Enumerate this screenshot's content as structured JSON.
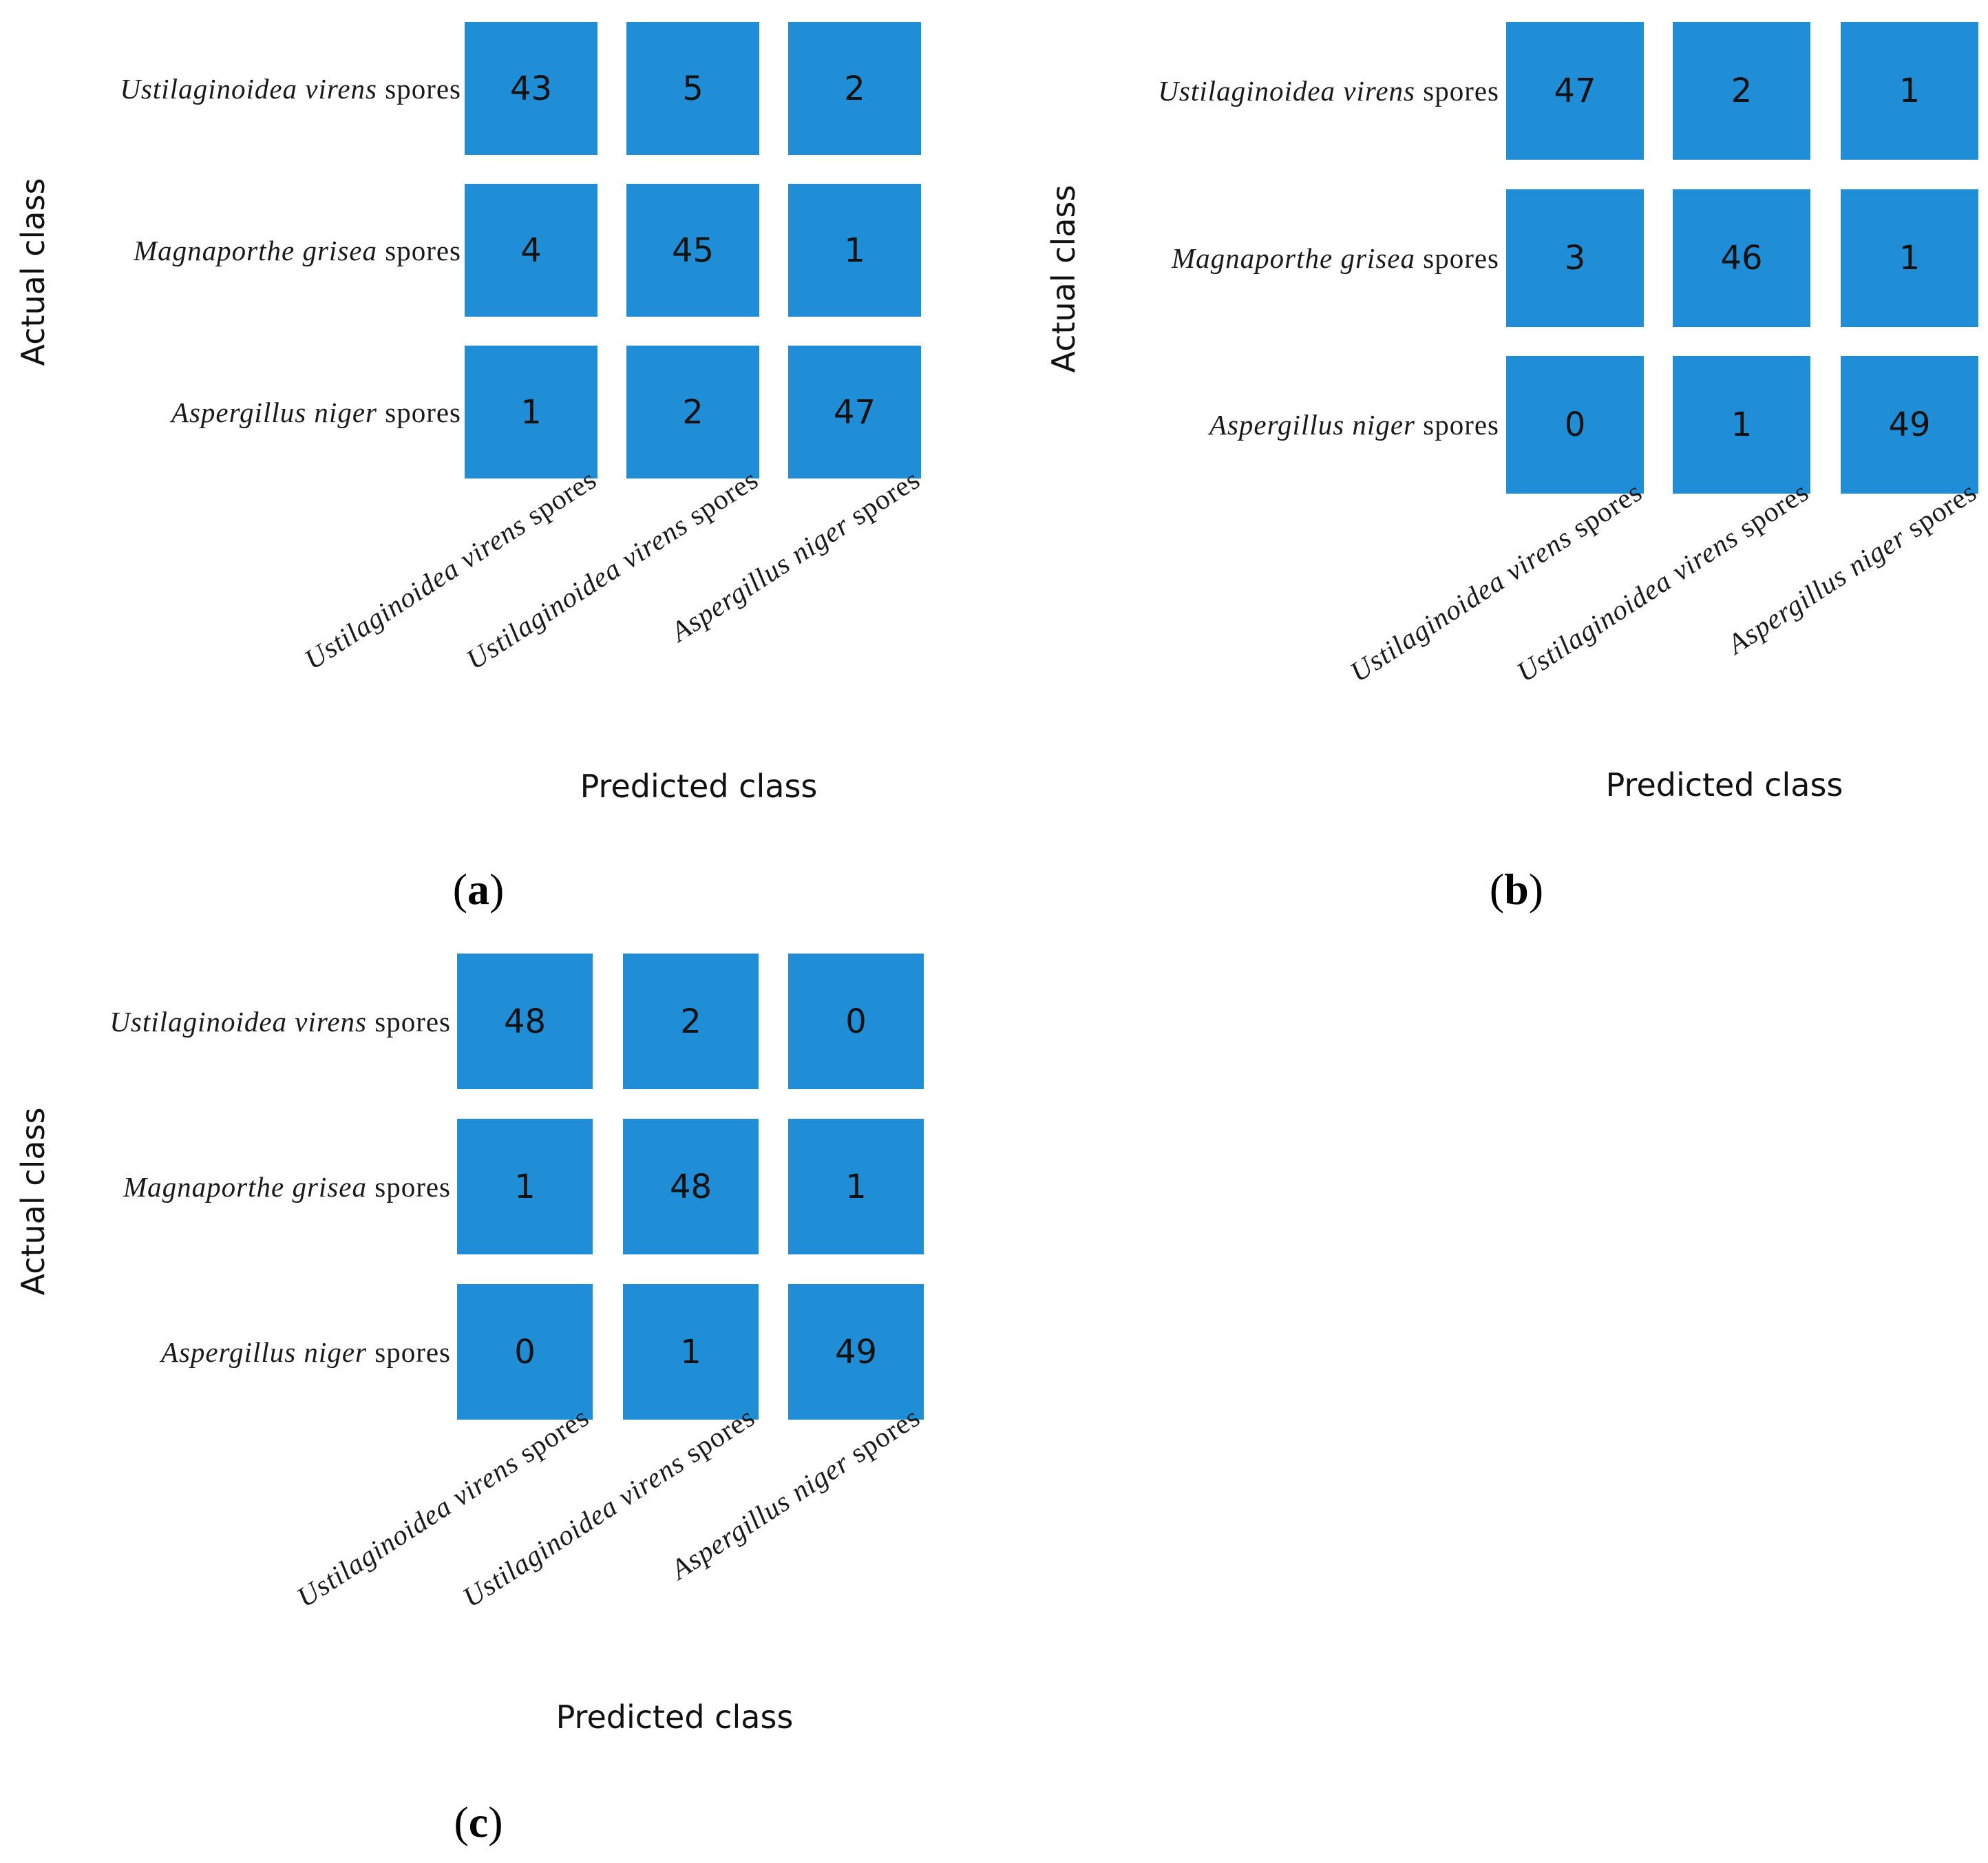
{
  "colors": {
    "cell": "#1f8ed6",
    "text": "#111111"
  },
  "chart_data": [
    {
      "type": "heatmap",
      "panel_label": "(a)",
      "panel_letter": "a",
      "xlabel": "Predicted class",
      "ylabel": "Actual class",
      "rows": [
        {
          "species": "Ustilaginoidea virens",
          "suffix": " spores"
        },
        {
          "species": "Magnaporthe grisea",
          "suffix": " spores"
        },
        {
          "species": "Aspergillus niger",
          "suffix": " spores"
        }
      ],
      "columns": [
        {
          "species": "Ustilaginoidea virens",
          "suffix": " spores"
        },
        {
          "species": "Ustilaginoidea virens",
          "suffix": " spores"
        },
        {
          "species": "Aspergillus niger",
          "suffix": " spores"
        }
      ],
      "values": [
        [
          43,
          5,
          2
        ],
        [
          4,
          45,
          1
        ],
        [
          1,
          2,
          47
        ]
      ]
    },
    {
      "type": "heatmap",
      "panel_label": "(b)",
      "panel_letter": "b",
      "xlabel": "Predicted class",
      "ylabel": "Actual class",
      "rows": [
        {
          "species": "Ustilaginoidea virens",
          "suffix": " spores"
        },
        {
          "species": "Magnaporthe grisea",
          "suffix": " spores"
        },
        {
          "species": "Aspergillus niger",
          "suffix": " spores"
        }
      ],
      "columns": [
        {
          "species": "Ustilaginoidea virens",
          "suffix": " spores"
        },
        {
          "species": "Ustilaginoidea virens",
          "suffix": " spores"
        },
        {
          "species": "Aspergillus niger",
          "suffix": " spores"
        }
      ],
      "values": [
        [
          47,
          2,
          1
        ],
        [
          3,
          46,
          1
        ],
        [
          0,
          1,
          49
        ]
      ]
    },
    {
      "type": "heatmap",
      "panel_label": "(c)",
      "panel_letter": "c",
      "xlabel": "Predicted class",
      "ylabel": "Actual class",
      "rows": [
        {
          "species": "Ustilaginoidea virens",
          "suffix": " spores"
        },
        {
          "species": "Magnaporthe grisea",
          "suffix": " spores"
        },
        {
          "species": "Aspergillus niger",
          "suffix": " spores"
        }
      ],
      "columns": [
        {
          "species": "Ustilaginoidea virens",
          "suffix": " spores"
        },
        {
          "species": "Ustilaginoidea virens",
          "suffix": " spores"
        },
        {
          "species": "Aspergillus niger",
          "suffix": " spores"
        }
      ],
      "values": [
        [
          48,
          2,
          0
        ],
        [
          1,
          48,
          1
        ],
        [
          0,
          1,
          49
        ]
      ]
    }
  ]
}
